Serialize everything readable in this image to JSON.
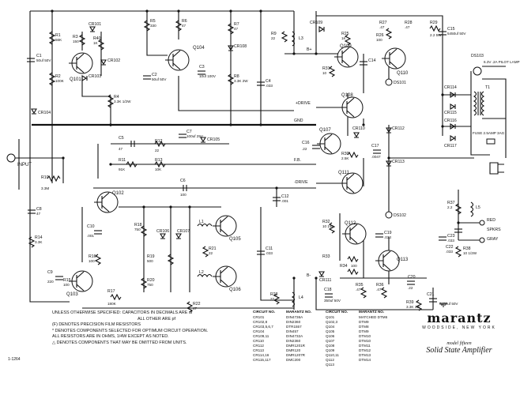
{
  "labels": {
    "r1": "R1",
    "r1v": "56K",
    "r2": "R2",
    "r2v": "100K",
    "r3": "R3",
    "r3v": "150",
    "r40": "R40",
    "r40v": "1K",
    "r4": "R4",
    "r4v": "3.3K 1/2W",
    "r5": "R5",
    "r5v": "330",
    "r6": "R6",
    "r6v": "47",
    "r7": "R7",
    "r7v": "47",
    "r8": "R8",
    "r8v": "3.3K 2W",
    "r9": "R9",
    "r9v": "22",
    "r10": "R10",
    "r10v": "3.3M",
    "r11": "R11",
    "r11v": "91K",
    "r12": "R12",
    "r12v": "22",
    "r13": "R13",
    "r13v": "10K",
    "r14": "R14",
    "r14v": "3.3K",
    "r15": "R15",
    "r15v": "100",
    "r16": "R16",
    "r16v": "100",
    "r17": "R17",
    "r17v": "180K",
    "r18": "R18",
    "r18v": "750",
    "r19": "R19",
    "r19v": "500",
    "r20": "R20",
    "r20v": "750",
    "r21": "R21",
    "r21v": "22",
    "r22": "R22",
    "r22v": "47",
    "r23": "R23",
    "r23v": "22",
    "r25": "R25",
    "r25v": "1K",
    "r26": "R26",
    "r26v": "100",
    "r27": "R27",
    "r27v": ".47",
    "r28": "R28",
    "r28v": ".47",
    "r29": "R29",
    "r29v": "2.2 5W",
    "r30": "R30",
    "r30v": "2.5K",
    "r31": "R31",
    "r31v": "10",
    "r32": "R32",
    "r32v": "10 1W",
    "r33": "R33",
    "r34": "R34",
    "r34v": "100",
    "r35": "R35",
    "r35v": ".47",
    "r36": "R36",
    "r36v": ".47",
    "r37": "R37",
    "r37v": "2.2",
    "r38": "R38",
    "r38v": "10 1/2W",
    "r39": "R39",
    "r39v": "3.3K 1W",
    "c1": "C1",
    "c1v": "50uf 50V",
    "c2": "C2",
    "c2v": "50uf 50V",
    "c3": "C3",
    "c3v": "10uf 100V",
    "c4": "C4",
    "c4v": ".033",
    "c5": "C5",
    "c5v": "47",
    "c6": "C6",
    "c6v": "100",
    "c7": "C7",
    "c7v": "100uf 25V",
    "c8": "C8",
    "c8v": "47",
    "c9": "C9",
    "c9v": "220",
    "c10": "C10",
    "c10v": ".001",
    "c11": "C11",
    "c11v": ".033",
    "c12": "C12",
    "c12v": ".001",
    "c14": "C14",
    "c14v": "10V",
    "c15": "C15",
    "c15v": "5450uf 50V",
    "c16": "C16",
    "c16v": ".22",
    "c17": "C17",
    "c17v": ".0047",
    "c18": "C18",
    "c18v": "350uf 50V",
    "c19": "C19",
    "c19v": ".033",
    "c20": "C20",
    "c20v": ".22",
    "c21": "C21",
    "c21v": "5450uf 50V",
    "c22": "C22",
    "c22v": ".033",
    "c23": "C23",
    "c23v": ".033",
    "q101": "Q101",
    "q102": "Q102",
    "q103": "Q103",
    "q104": "Q104",
    "q105": "Q105",
    "q106": "Q106",
    "q107": "Q107",
    "q108": "Q108",
    "q109": "Q109",
    "q110": "Q110",
    "q111": "Q111",
    "q112": "Q112",
    "q113": "Q113",
    "cr101": "CR101",
    "cr102": "CR102",
    "cr103": "CR103",
    "cr104": "CR104",
    "cr105": "CR105",
    "cr106": "CR106",
    "cr107": "CR107",
    "cr108": "CR108",
    "cr109": "CR109",
    "cr110": "CR110",
    "cr111": "CR111",
    "cr112": "CR112",
    "cr113": "CR113",
    "cr114": "CR114",
    "cr115": "CR115",
    "cr116": "CR116",
    "cr117": "CR117",
    "ds101": "DS101",
    "ds102": "DS102",
    "ds103": "DS103",
    "pilot": "6.3V .2A PILOT LAMP",
    "l1": "L1",
    "l2": "L2",
    "l3": "L3",
    "l4": "L4",
    "l5": "L5",
    "t1": "T1",
    "fuse": "FUSE 2.5AMP 3AG",
    "input": "INPUT",
    "gnd": "GND",
    "fb": "F.B.",
    "plus_drive": "+DRIVE",
    "minus_drive": "-DRIVE",
    "bplus": "B+",
    "bminus": "B-",
    "red": "RED",
    "spkrs": "SPKRS",
    "gray": "GRAY"
  },
  "notes": {
    "unless": "UNLESS OTHERWISE SPECIFIED: CAPACITORS IN DECIMALS ARE uf",
    "others": "ALL OTHER ARE pf",
    "precision": "(F) DENOTES PRECISION FILM RESISTORS",
    "selected": "* DENOTES COMPONENTS SELECTED FOR OPTIMUM CIRCUIT OPERATION.",
    "resistors": "ALL RESISTORS ARE IN OHMS, 1/4W EXCEPT AS NOTED.",
    "omit": "△ DENOTES COMPONENTS THAT MAY BE OMITTED FROM UNITS.",
    "refnum": "1-1264"
  },
  "parts_table": {
    "headers": [
      "CIRCUIT NO.",
      "MARANTZ NO.",
      "CIRCUIT NO.",
      "MARANTZ NO."
    ],
    "col1": [
      "CR101",
      "CR102,8",
      "CR103,5,6,7",
      "CR104",
      "CR109,11",
      "CR110",
      "CR112",
      "CR113",
      "CR114,16",
      "CR115,117"
    ],
    "col2": [
      "DIN4736A",
      "DIN2360",
      "DTR1557",
      "DIN457",
      "DIN4732A",
      "DIN2360",
      "DMR1201R",
      "DMR120",
      "DMR1207R",
      "DMC200"
    ],
    "col3": [
      "Q101",
      "Q102,3",
      "Q104",
      "Q105",
      "Q106",
      "Q107",
      "Q108",
      "Q109",
      "Q110,11",
      "Q112",
      "Q113"
    ],
    "col4": [
      "MATCHED DTM6",
      "DTM9",
      "DTM8",
      "DTM9",
      "DTM10",
      "DTM10",
      "DTM11",
      "DTM12",
      "DTM13",
      "DTM14"
    ]
  },
  "brand": {
    "name": "marantz",
    "location": "WOODSIDE, NEW YORK",
    "model": "model fifteen",
    "title": "Solid State Amplifier"
  }
}
